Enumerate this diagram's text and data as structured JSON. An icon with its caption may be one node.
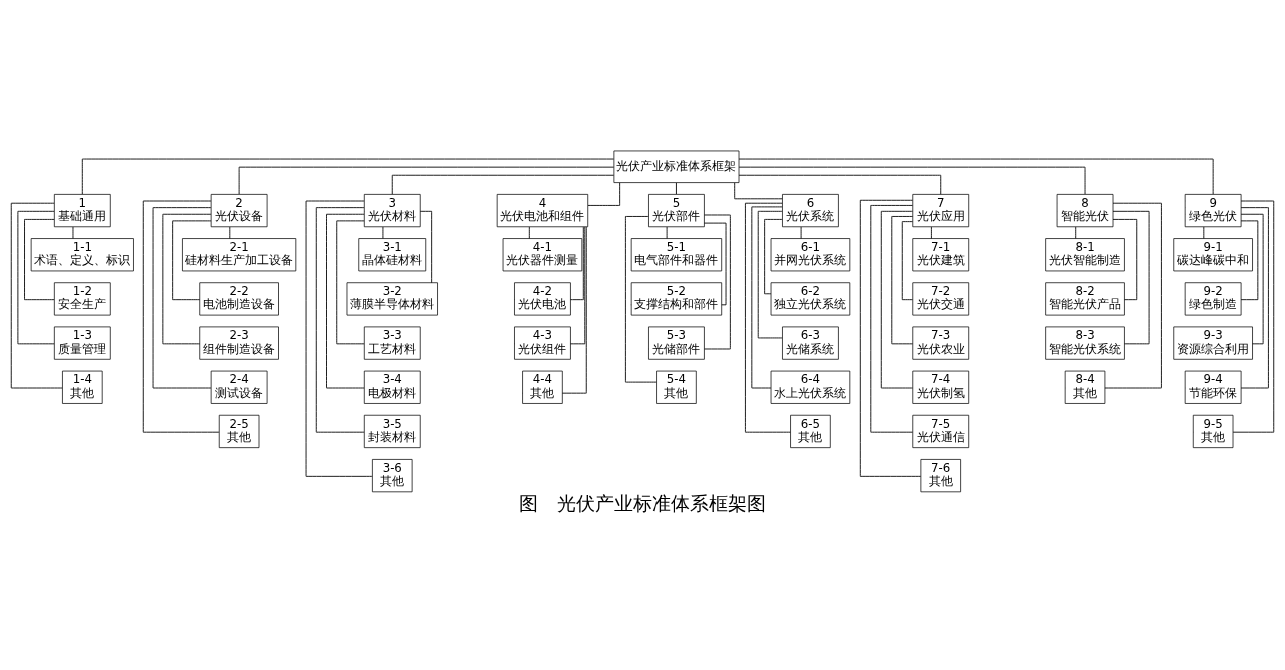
{
  "diagram": {
    "caption": "图　光伏产业标准体系框架图",
    "nodes": [
      {
        "text": [
          "光伏产业标准体系框架"
        ]
      },
      {
        "text": [
          "1",
          "基础通用"
        ]
      },
      {
        "text": [
          "1-1",
          "术语、定义、标识"
        ]
      },
      {
        "text": [
          "1-2",
          "安全生产"
        ]
      },
      {
        "text": [
          "1-3",
          "质量管理"
        ]
      },
      {
        "text": [
          "1-4",
          "其他"
        ]
      },
      {
        "text": [
          "2",
          "光伏设备"
        ]
      },
      {
        "text": [
          "2-1",
          "硅材料生产加工设备"
        ]
      },
      {
        "text": [
          "2-2",
          "电池制造设备"
        ]
      },
      {
        "text": [
          "2-3",
          "组件制造设备"
        ]
      },
      {
        "text": [
          "2-4",
          "测试设备"
        ]
      },
      {
        "text": [
          "2-5",
          "其他"
        ]
      },
      {
        "text": [
          "3",
          "光伏材料"
        ]
      },
      {
        "text": [
          "3-1",
          "晶体硅材料"
        ]
      },
      {
        "text": [
          "3-2",
          "薄膜半导体材料"
        ]
      },
      {
        "text": [
          "3-3",
          "工艺材料"
        ]
      },
      {
        "text": [
          "3-4",
          "电极材料"
        ]
      },
      {
        "text": [
          "3-5",
          "封装材料"
        ]
      },
      {
        "text": [
          "3-6",
          "其他"
        ]
      },
      {
        "text": [
          "4",
          "光伏电池和组件"
        ]
      },
      {
        "text": [
          "4-1",
          "光伏器件测量"
        ]
      },
      {
        "text": [
          "4-2",
          "光伏电池"
        ]
      },
      {
        "text": [
          "4-3",
          "光伏组件"
        ]
      },
      {
        "text": [
          "4-4",
          "其他"
        ]
      },
      {
        "text": [
          "5",
          "光伏部件"
        ]
      },
      {
        "text": [
          "5-1",
          "电气部件和器件"
        ]
      },
      {
        "text": [
          "5-2",
          "支撑结构和部件"
        ]
      },
      {
        "text": [
          "5-3",
          "光储部件"
        ]
      },
      {
        "text": [
          "5-4",
          "其他"
        ]
      },
      {
        "text": [
          "6",
          "光伏系统"
        ]
      },
      {
        "text": [
          "6-1",
          "并网光伏系统"
        ]
      },
      {
        "text": [
          "6-2",
          "独立光伏系统"
        ]
      },
      {
        "text": [
          "6-3",
          "光储系统"
        ]
      },
      {
        "text": [
          "6-4",
          "水上光伏系统"
        ]
      },
      {
        "text": [
          "6-5",
          "其他"
        ]
      },
      {
        "text": [
          "7",
          "光伏应用"
        ]
      },
      {
        "text": [
          "7-1",
          "光伏建筑"
        ]
      },
      {
        "text": [
          "7-2",
          "光伏交通"
        ]
      },
      {
        "text": [
          "7-3",
          "光伏农业"
        ]
      },
      {
        "text": [
          "7-4",
          "光伏制氢"
        ]
      },
      {
        "text": [
          "7-5",
          "光伏通信"
        ]
      },
      {
        "text": [
          "7-6",
          "其他"
        ]
      },
      {
        "text": [
          "8",
          "智能光伏"
        ]
      },
      {
        "text": [
          "8-1",
          "光伏智能制造"
        ]
      },
      {
        "text": [
          "8-2",
          "智能光伏产品"
        ]
      },
      {
        "text": [
          "8-3",
          "智能光伏系统"
        ]
      },
      {
        "text": [
          "8-4",
          "其他"
        ]
      },
      {
        "text": [
          "9",
          "绿色光伏"
        ]
      },
      {
        "text": [
          "9-1",
          "碳达峰碳中和"
        ]
      },
      {
        "text": [
          "9-2",
          "绿色制造"
        ]
      },
      {
        "text": [
          "9-3",
          "资源综合利用"
        ]
      },
      {
        "text": [
          "9-4",
          "节能环保"
        ]
      },
      {
        "text": [
          "9-5",
          "其他"
        ]
      }
    ],
    "edges": [
      {
        "from": 0,
        "to": 1,
        "arrow": "none"
      },
      {
        "from": 0,
        "to": 6,
        "arrow": "none"
      },
      {
        "from": 0,
        "to": 12,
        "arrow": "none"
      },
      {
        "from": 0,
        "to": 19,
        "arrow": "none"
      },
      {
        "from": 0,
        "to": 24,
        "arrow": "none"
      },
      {
        "from": 0,
        "to": 29,
        "arrow": "none"
      },
      {
        "from": 0,
        "to": 35,
        "arrow": "none"
      },
      {
        "from": 0,
        "to": 42,
        "arrow": "none"
      },
      {
        "from": 0,
        "to": 47,
        "arrow": "none"
      },
      {
        "from": 1,
        "to": 2,
        "arrow": "none"
      },
      {
        "from": 1,
        "to": 3,
        "arrow": "none"
      },
      {
        "from": 1,
        "to": 4,
        "arrow": "none"
      },
      {
        "from": 1,
        "to": 5,
        "arrow": "none"
      },
      {
        "from": 6,
        "to": 7,
        "arrow": "none"
      },
      {
        "from": 6,
        "to": 8,
        "arrow": "none"
      },
      {
        "from": 6,
        "to": 9,
        "arrow": "none"
      },
      {
        "from": 6,
        "to": 10,
        "arrow": "none"
      },
      {
        "from": 6,
        "to": 11,
        "arrow": "none"
      },
      {
        "from": 12,
        "to": 13,
        "arrow": "none"
      },
      {
        "from": 12,
        "to": 14,
        "arrow": "none"
      },
      {
        "from": 12,
        "to": 15,
        "arrow": "none"
      },
      {
        "from": 12,
        "to": 16,
        "arrow": "none"
      },
      {
        "from": 12,
        "to": 17,
        "arrow": "none"
      },
      {
        "from": 12,
        "to": 18,
        "arrow": "none"
      },
      {
        "from": 19,
        "to": 20,
        "arrow": "none"
      },
      {
        "from": 19,
        "to": 21,
        "arrow": "none"
      },
      {
        "from": 19,
        "to": 22,
        "arrow": "none"
      },
      {
        "from": 19,
        "to": 23,
        "arrow": "none"
      },
      {
        "from": 24,
        "to": 25,
        "arrow": "none"
      },
      {
        "from": 24,
        "to": 26,
        "arrow": "none"
      },
      {
        "from": 24,
        "to": 27,
        "arrow": "none"
      },
      {
        "from": 24,
        "to": 28,
        "arrow": "none"
      },
      {
        "from": 29,
        "to": 30,
        "arrow": "none"
      },
      {
        "from": 29,
        "to": 31,
        "arrow": "none"
      },
      {
        "from": 29,
        "to": 32,
        "arrow": "none"
      },
      {
        "from": 29,
        "to": 33,
        "arrow": "none"
      },
      {
        "from": 29,
        "to": 34,
        "arrow": "none"
      },
      {
        "from": 35,
        "to": 36,
        "arrow": "none"
      },
      {
        "from": 35,
        "to": 37,
        "arrow": "none"
      },
      {
        "from": 35,
        "to": 38,
        "arrow": "none"
      },
      {
        "from": 35,
        "to": 39,
        "arrow": "none"
      },
      {
        "from": 35,
        "to": 40,
        "arrow": "none"
      },
      {
        "from": 35,
        "to": 41,
        "arrow": "none"
      },
      {
        "from": 42,
        "to": 43,
        "arrow": "none"
      },
      {
        "from": 42,
        "to": 44,
        "arrow": "none"
      },
      {
        "from": 42,
        "to": 45,
        "arrow": "none"
      },
      {
        "from": 42,
        "to": 46,
        "arrow": "none"
      },
      {
        "from": 47,
        "to": 48,
        "arrow": "none"
      },
      {
        "from": 47,
        "to": 49,
        "arrow": "none"
      },
      {
        "from": 47,
        "to": 50,
        "arrow": "none"
      },
      {
        "from": 47,
        "to": 51,
        "arrow": "none"
      },
      {
        "from": 47,
        "to": 52,
        "arrow": "none"
      }
    ]
  }
}
